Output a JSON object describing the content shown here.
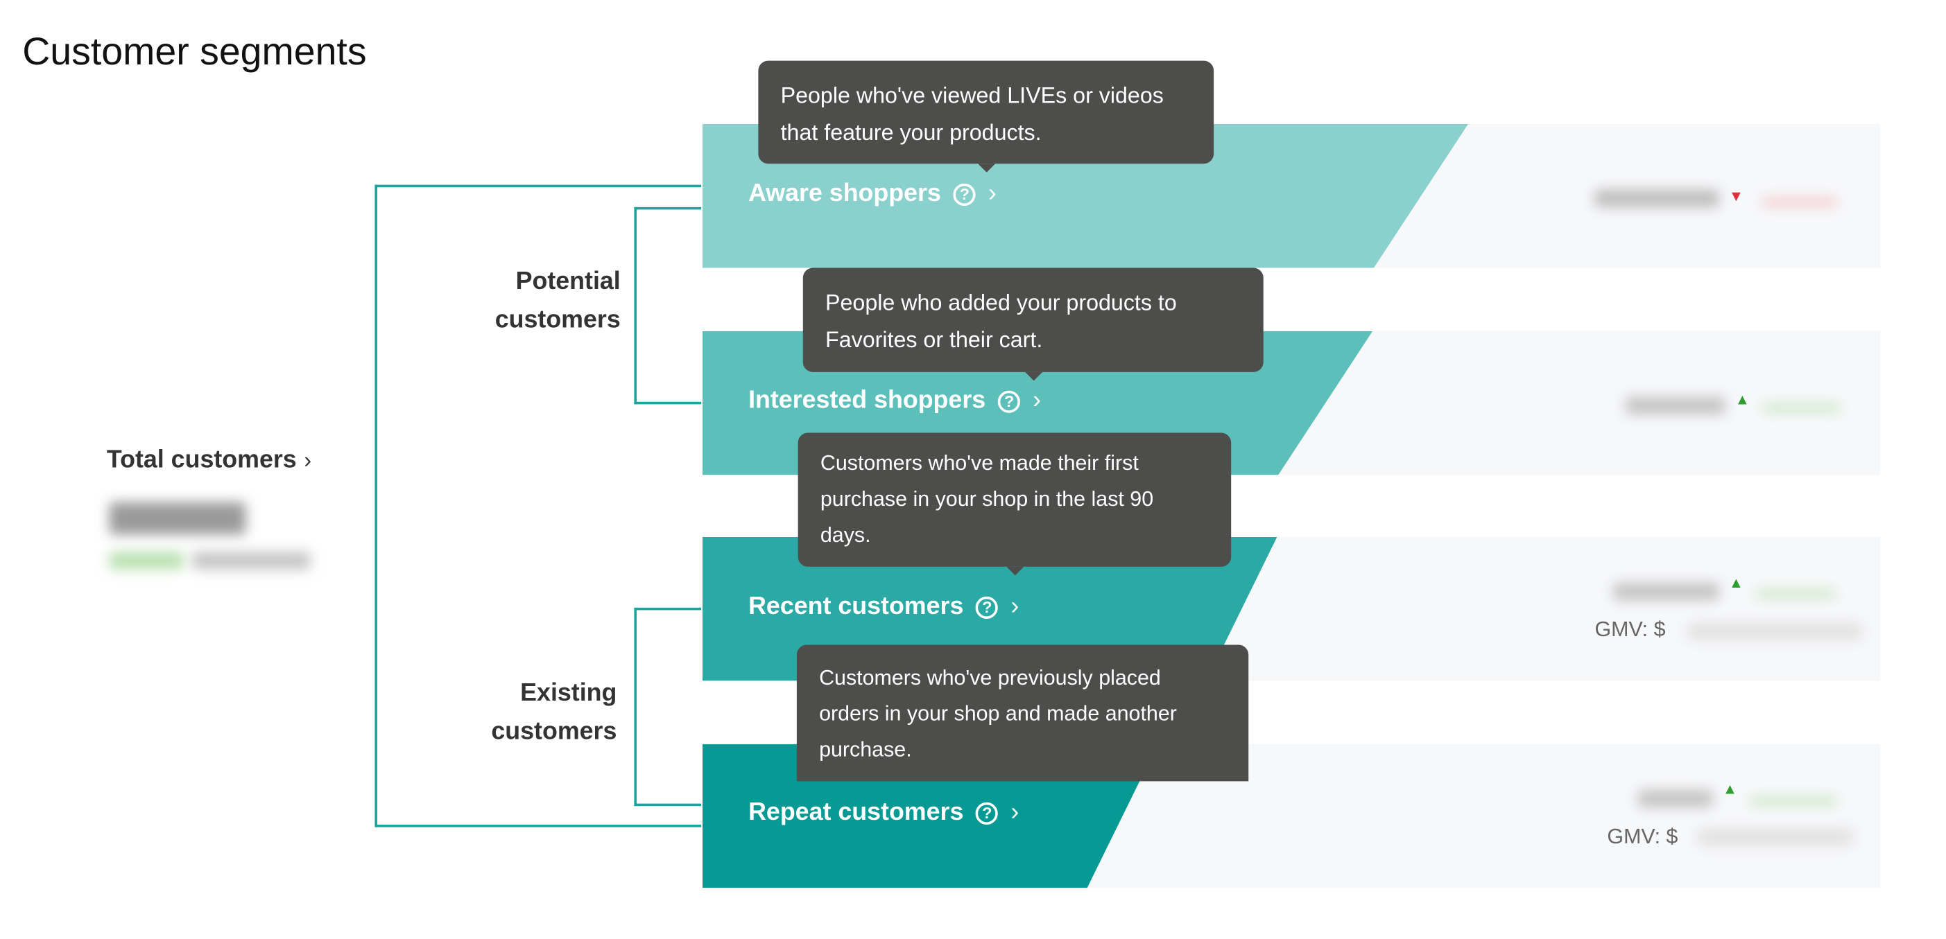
{
  "title": "Customer segments",
  "total": {
    "label": "Total customers",
    "chevron": "›"
  },
  "groups": {
    "potential": [
      "Potential",
      "customers"
    ],
    "existing": [
      "Existing",
      "customers"
    ]
  },
  "segments": [
    {
      "label": "Aware shoppers",
      "color": "#8AD1CD",
      "tooltip": "People who've viewed LIVEs or videos that feature your products.",
      "trend": "down",
      "gmv": null
    },
    {
      "label": "Interested shoppers",
      "color": "#5CBFBA",
      "tooltip": "People who added your products to Favorites or their cart.",
      "trend": "up",
      "gmv": null
    },
    {
      "label": "Recent customers",
      "color": "#2BA9A4",
      "tooltip": "Customers who've made their first purchase in your shop in the last 90 days.",
      "trend": "up",
      "gmv": "GMV: $"
    },
    {
      "label": "Repeat customers",
      "color": "#079A94",
      "tooltip": "Customers who've previously placed orders in your shop and made another purchase.",
      "trend": "up",
      "gmv": "GMV: $"
    }
  ],
  "icons": {
    "help": "?",
    "chevron": "›",
    "up": "▲",
    "down": "▼"
  },
  "colors": {
    "bracket": "#1BA39C",
    "up": "#2E9E2E",
    "down": "#E0303D",
    "tooltip": "#4D4D4B"
  }
}
